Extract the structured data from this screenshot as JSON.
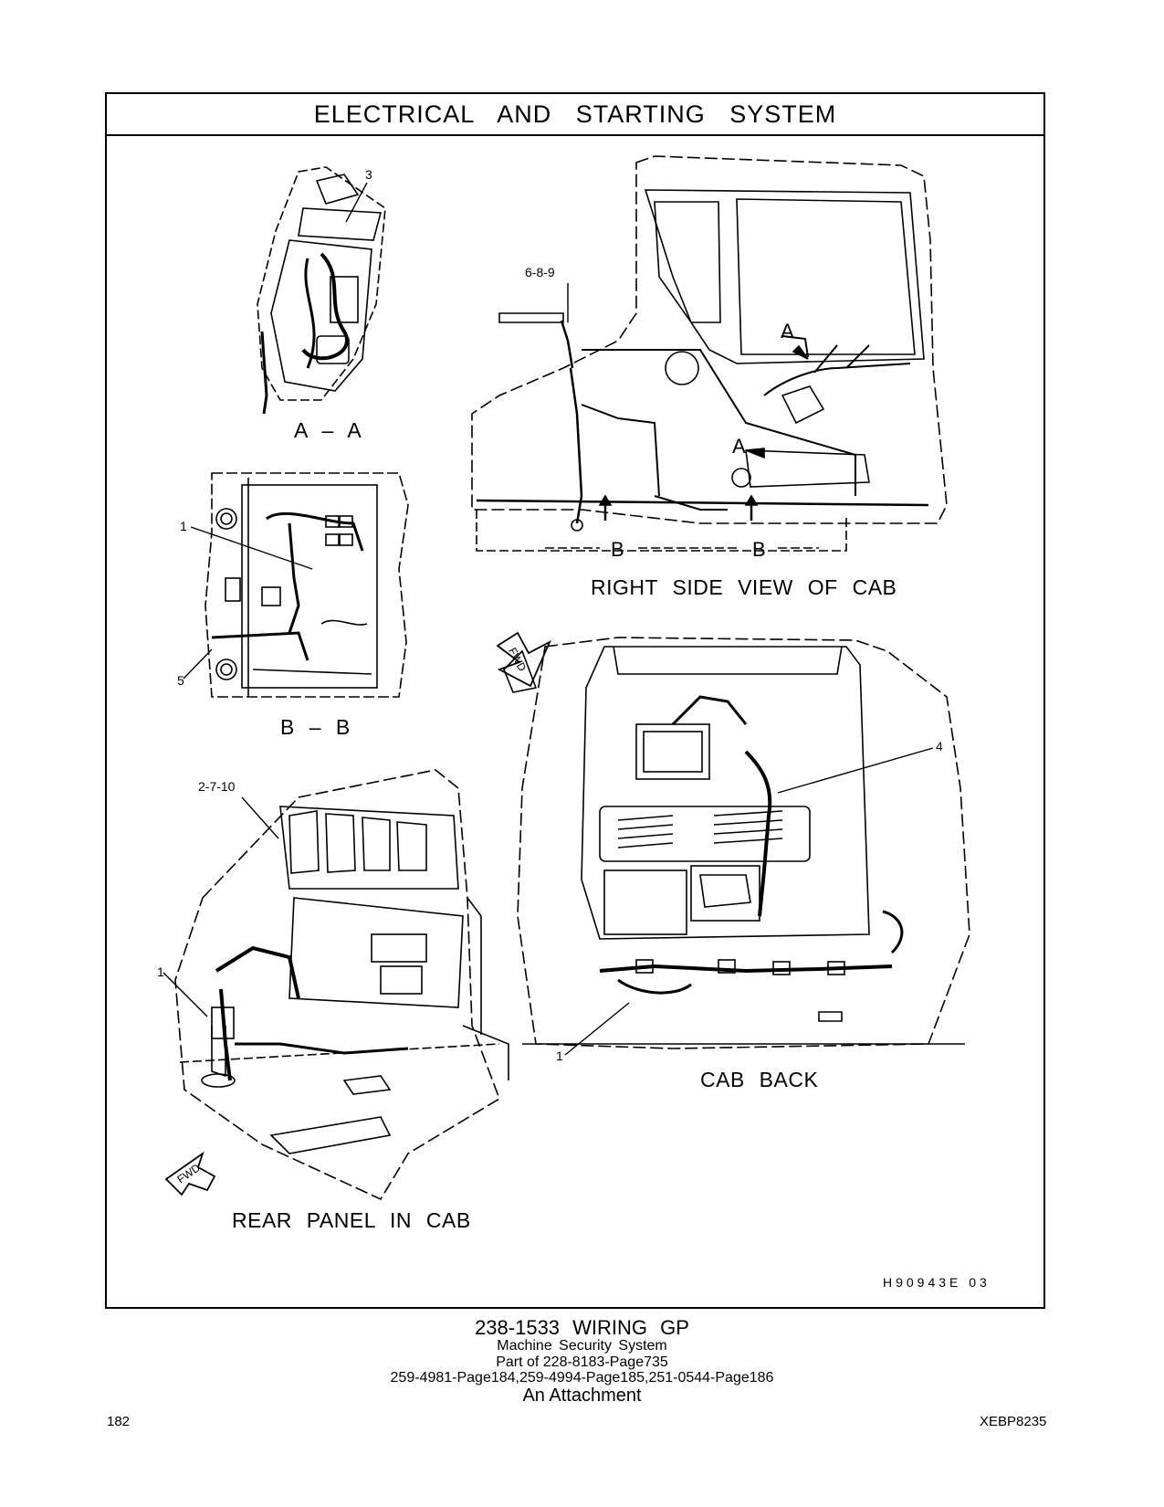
{
  "title": "ELECTRICAL AND STARTING SYSTEM",
  "views": {
    "aa": "A – A",
    "bb": "B – B",
    "right_side": "RIGHT SIDE VIEW OF CAB",
    "cab_back": "CAB BACK",
    "rear_panel": "REAR PANEL IN CAB"
  },
  "callouts": {
    "c3": "3",
    "c689": "6-8-9",
    "c1_bb": "1",
    "c5": "5",
    "c4": "4",
    "c2710": "2-7-10",
    "c1_rear": "1",
    "c1_back": "1",
    "sec_a_top": "A",
    "sec_a_bottom": "A",
    "sec_b_left": "B",
    "sec_b_right": "B"
  },
  "fwd_label": "FWD",
  "illustration_code": "H90943E   03",
  "footer": {
    "line1": "238-1533  WIRING GP",
    "line2": "Machine Security System",
    "line3": "Part of 228-8183-Page735",
    "line4": "259-4981-Page184,259-4994-Page185,251-0544-Page186",
    "line5": "An Attachment"
  },
  "page_number": "182",
  "doc_code": "XEBP8235"
}
